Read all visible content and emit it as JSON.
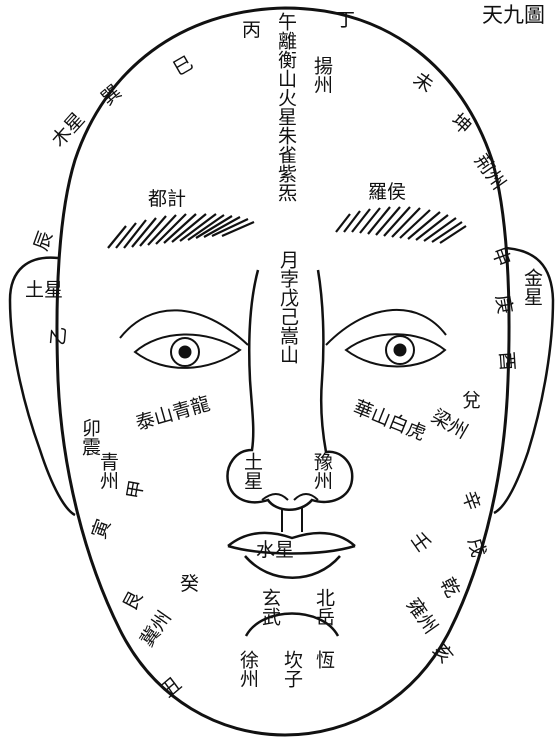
{
  "title": "天九圖",
  "central_column": {
    "upper": "午離衡山火星朱雀紫炁",
    "lower": "月孛戊己嵩山",
    "side_note": "揚州"
  },
  "stems_top": {
    "bing": "丙",
    "ding": "丁",
    "wu": "午"
  },
  "brows": {
    "left": "都計",
    "right": "羅侯"
  },
  "labels": {
    "si": "巳",
    "xun": "巽",
    "mu_xing": "木星",
    "chen": "辰",
    "wei": "未",
    "kun": "坤",
    "jing_zhou": "荊州",
    "shen": "申",
    "geng": "庚",
    "jin_xing": "金星",
    "you": "酉",
    "yi": "乙",
    "mao_zhen": "卯震",
    "tai_shan_qing_long": "泰山青龍",
    "qing_zhou": "青州",
    "jia": "甲",
    "yin": "寅",
    "gen": "艮",
    "ji_zhou": "冀州",
    "chou": "丑",
    "dui": "兌",
    "hua_shan_bai_hu": "華山白虎",
    "liang_zhou": "梁州",
    "xin": "辛",
    "xu": "戌",
    "qian": "乾",
    "yong_zhou": "雍州",
    "hai": "亥",
    "tu_xing": "土星",
    "yu_zhou": "豫州",
    "shui_xing": "水星",
    "xuan_wu": "玄武",
    "bei_yue": "北岳",
    "xu_zhou": "徐州",
    "kan_zi": "坎子",
    "ren": "壬",
    "gui": "癸",
    "heng": "恆"
  },
  "colors": {
    "ink": "#111111",
    "paper": "#ffffff"
  }
}
